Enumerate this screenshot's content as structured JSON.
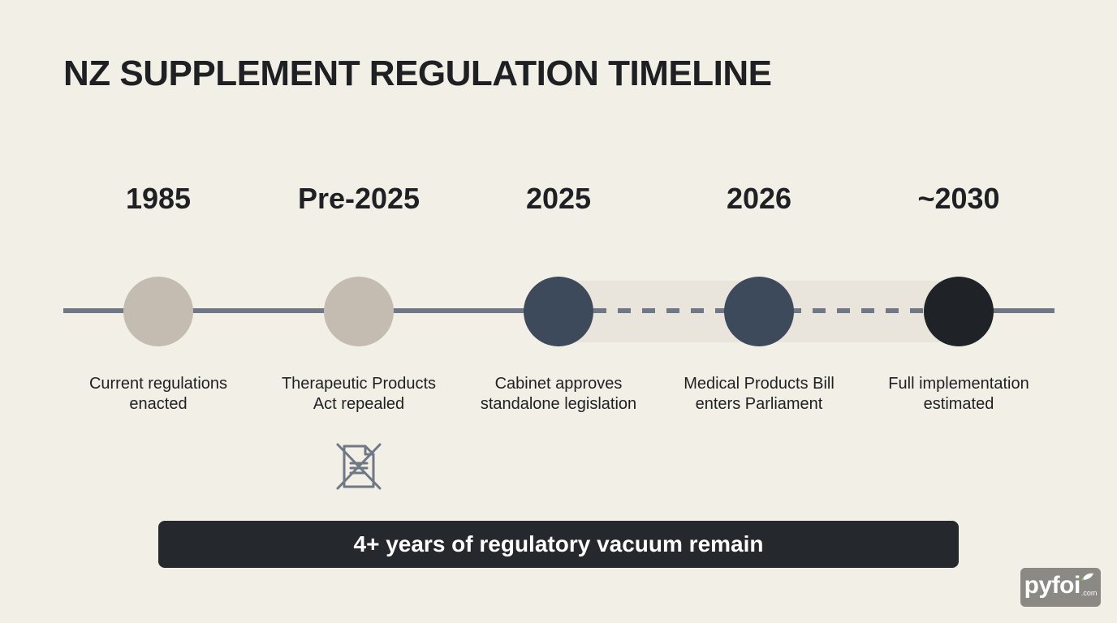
{
  "title": "NZ SUPPLEMENT REGULATION TIMELINE",
  "timeline": {
    "events": [
      {
        "year": "1985",
        "description_line1": "Current regulations",
        "description_line2": "enacted",
        "status": "past",
        "color": "#c4bcb1"
      },
      {
        "year": "Pre-2025",
        "description_line1": "Therapeutic Products",
        "description_line2": "Act repealed",
        "status": "past",
        "color": "#c4bcb1",
        "icon": "document-crossed-icon"
      },
      {
        "year": "2025",
        "description_line1": "Cabinet approves",
        "description_line2": "standalone legislation",
        "status": "current",
        "color": "#3d4a5c"
      },
      {
        "year": "2026",
        "description_line1": "Medical Products Bill",
        "description_line2": "enters Parliament",
        "status": "upcoming",
        "color": "#3d4a5c"
      },
      {
        "year": "~2030",
        "description_line1": "Full implementation",
        "description_line2": "estimated",
        "status": "future",
        "color": "#1f2226"
      }
    ],
    "line_color": "#6f7884"
  },
  "banner": {
    "text": "4+ years of regulatory vacuum remain",
    "background": "#25282c"
  },
  "logo": {
    "text": "pyfoi",
    "suffix": ".com"
  }
}
